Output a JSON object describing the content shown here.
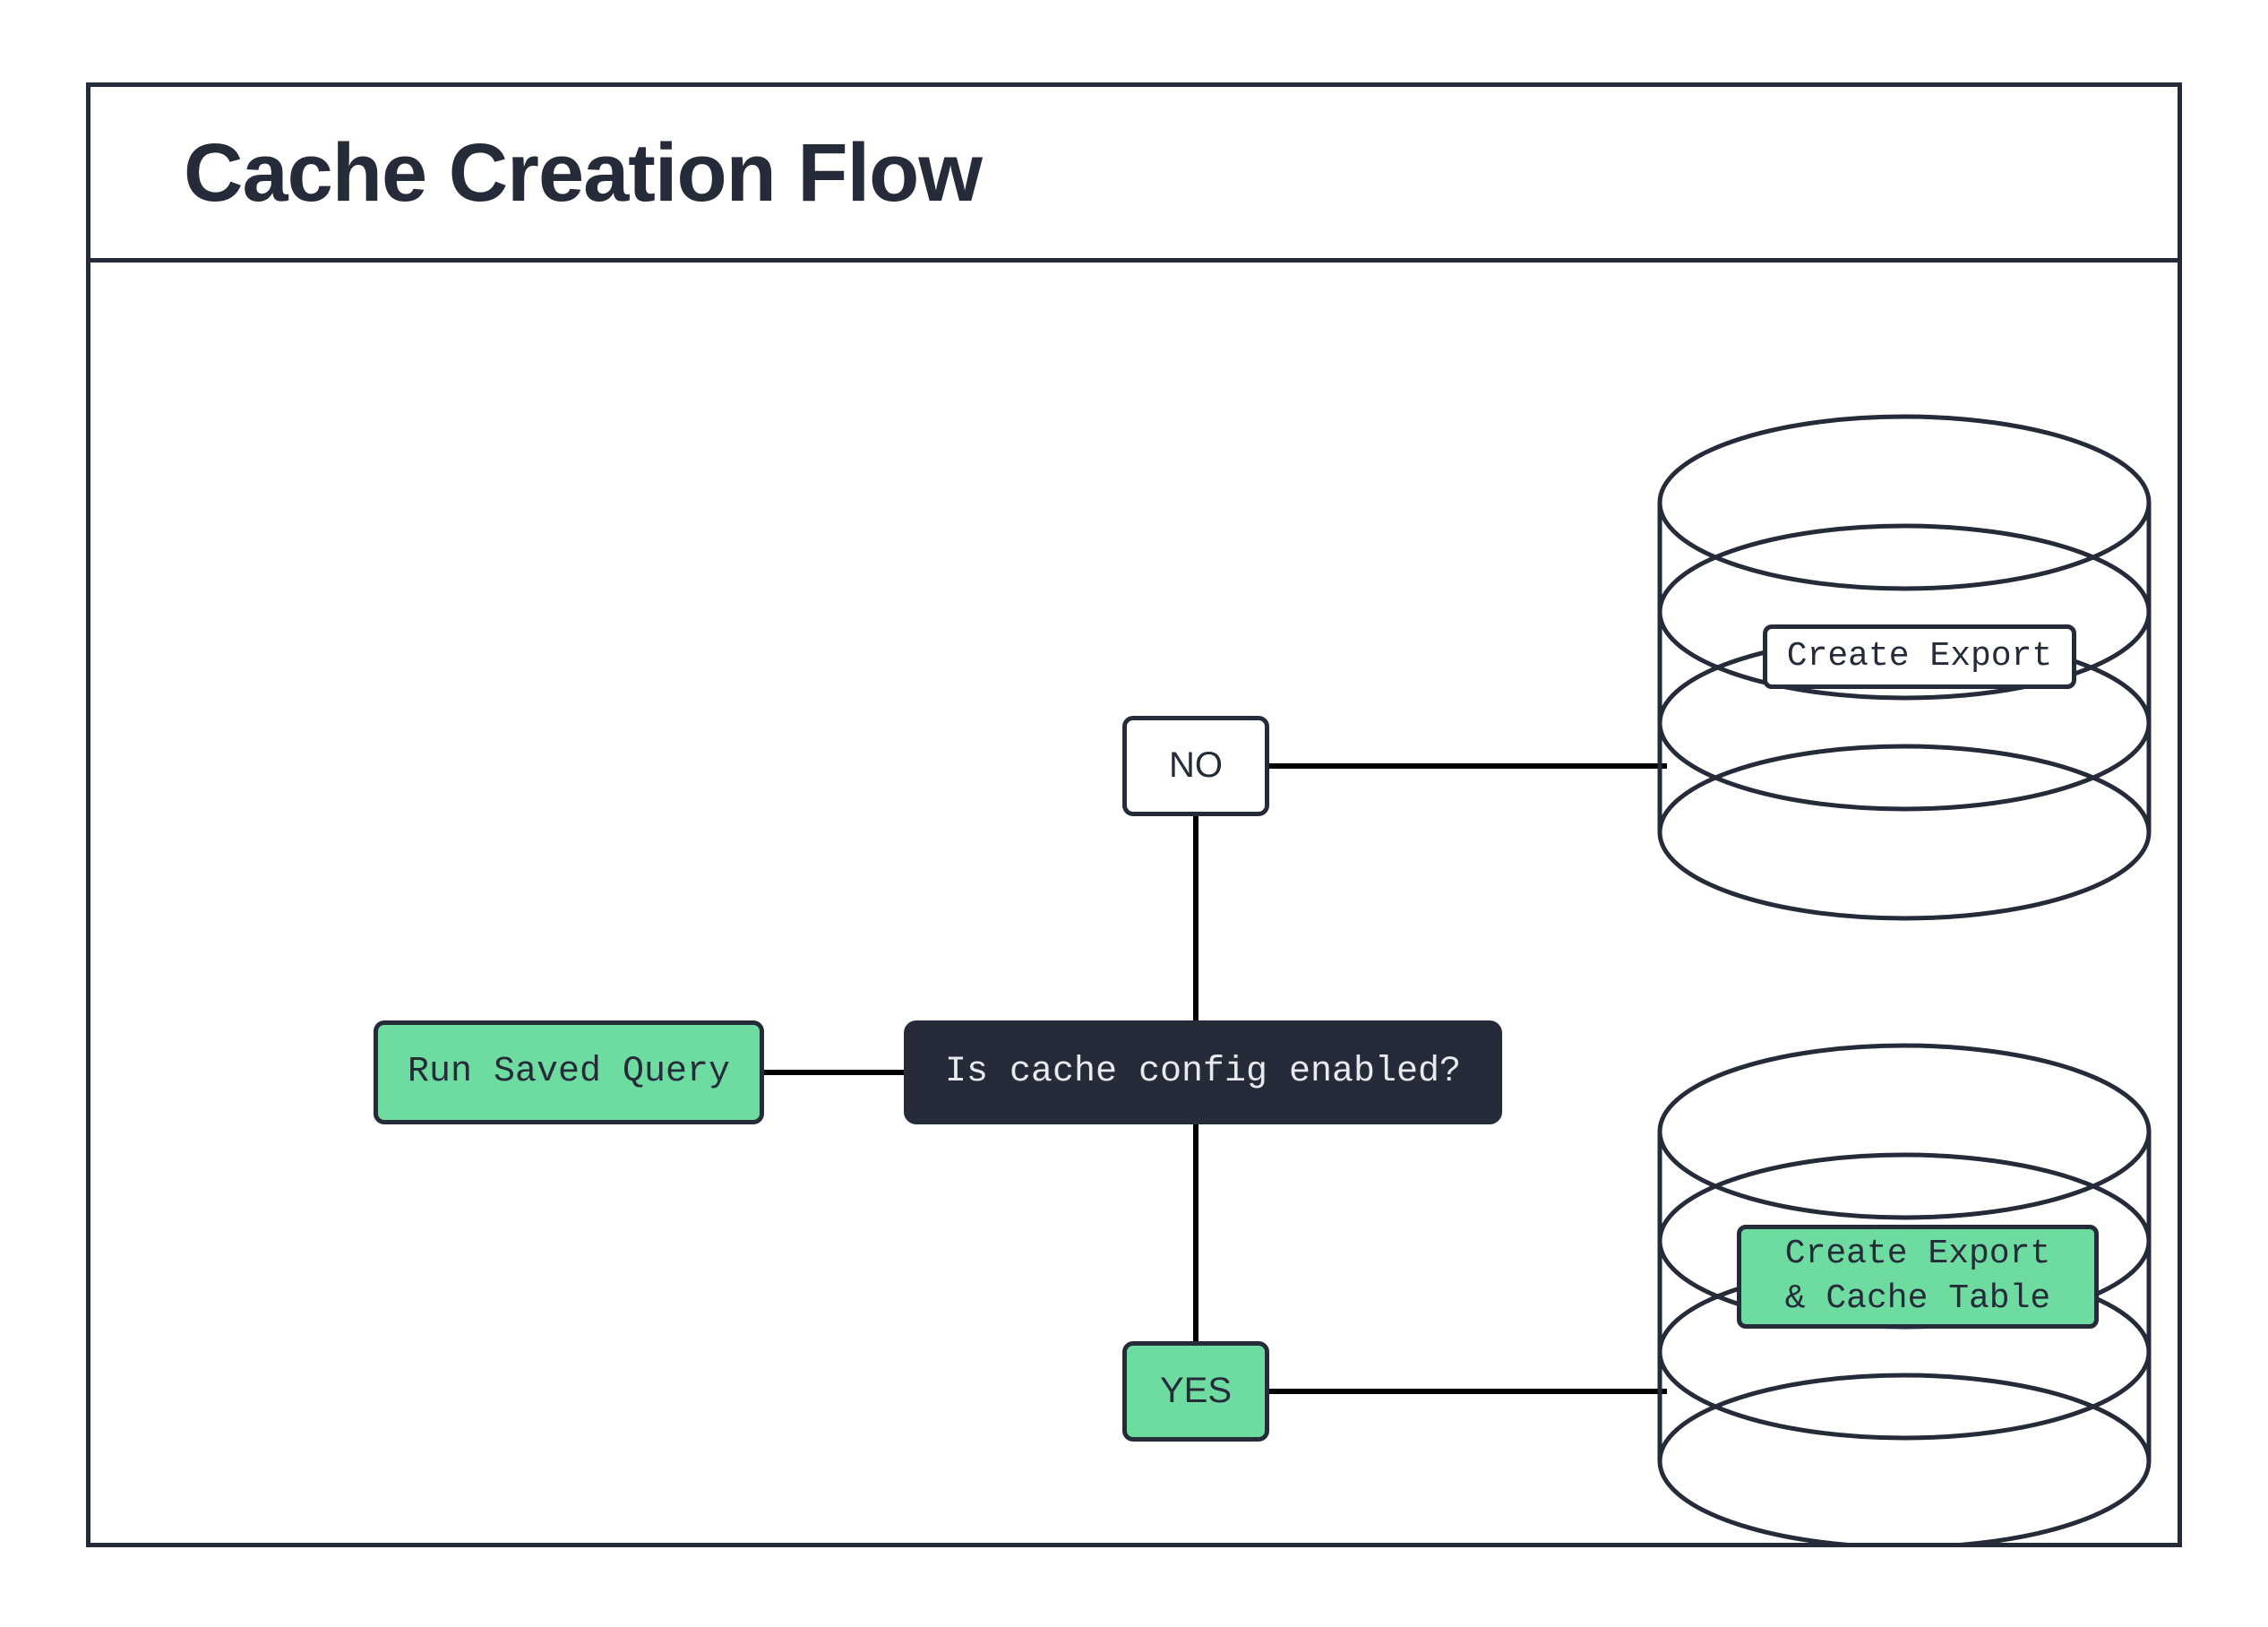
{
  "diagram": {
    "title": "Cache Creation Flow",
    "type": "flowchart",
    "colors": {
      "ink": "#262B3A",
      "accent_green": "#6EDBA1",
      "dark_fill": "#262B3A",
      "dark_fill_text": "#E8EAEE",
      "canvas": "#FFFFFF",
      "edge": "#000000"
    },
    "nodes": [
      {
        "id": "run-saved-query",
        "label": "Run Saved Query",
        "shape": "rounded-rect",
        "fill": "green"
      },
      {
        "id": "decision",
        "label": "Is cache config enabled?",
        "shape": "rounded-rect",
        "fill": "dark"
      },
      {
        "id": "no",
        "label": "NO",
        "shape": "rounded-rect",
        "fill": "white"
      },
      {
        "id": "yes",
        "label": "YES",
        "shape": "rounded-rect",
        "fill": "green"
      },
      {
        "id": "create-export",
        "label": "Create Export",
        "shape": "cylinder",
        "fill": "white"
      },
      {
        "id": "create-export-cache-table",
        "label": "Create Export\n& Cache Table",
        "shape": "cylinder",
        "fill": "green"
      }
    ],
    "edges": [
      {
        "from": "run-saved-query",
        "to": "decision",
        "label": ""
      },
      {
        "from": "decision",
        "to": "no",
        "label": ""
      },
      {
        "from": "decision",
        "to": "yes",
        "label": ""
      },
      {
        "from": "no",
        "to": "create-export",
        "label": ""
      },
      {
        "from": "yes",
        "to": "create-export-cache-table",
        "label": ""
      }
    ]
  }
}
